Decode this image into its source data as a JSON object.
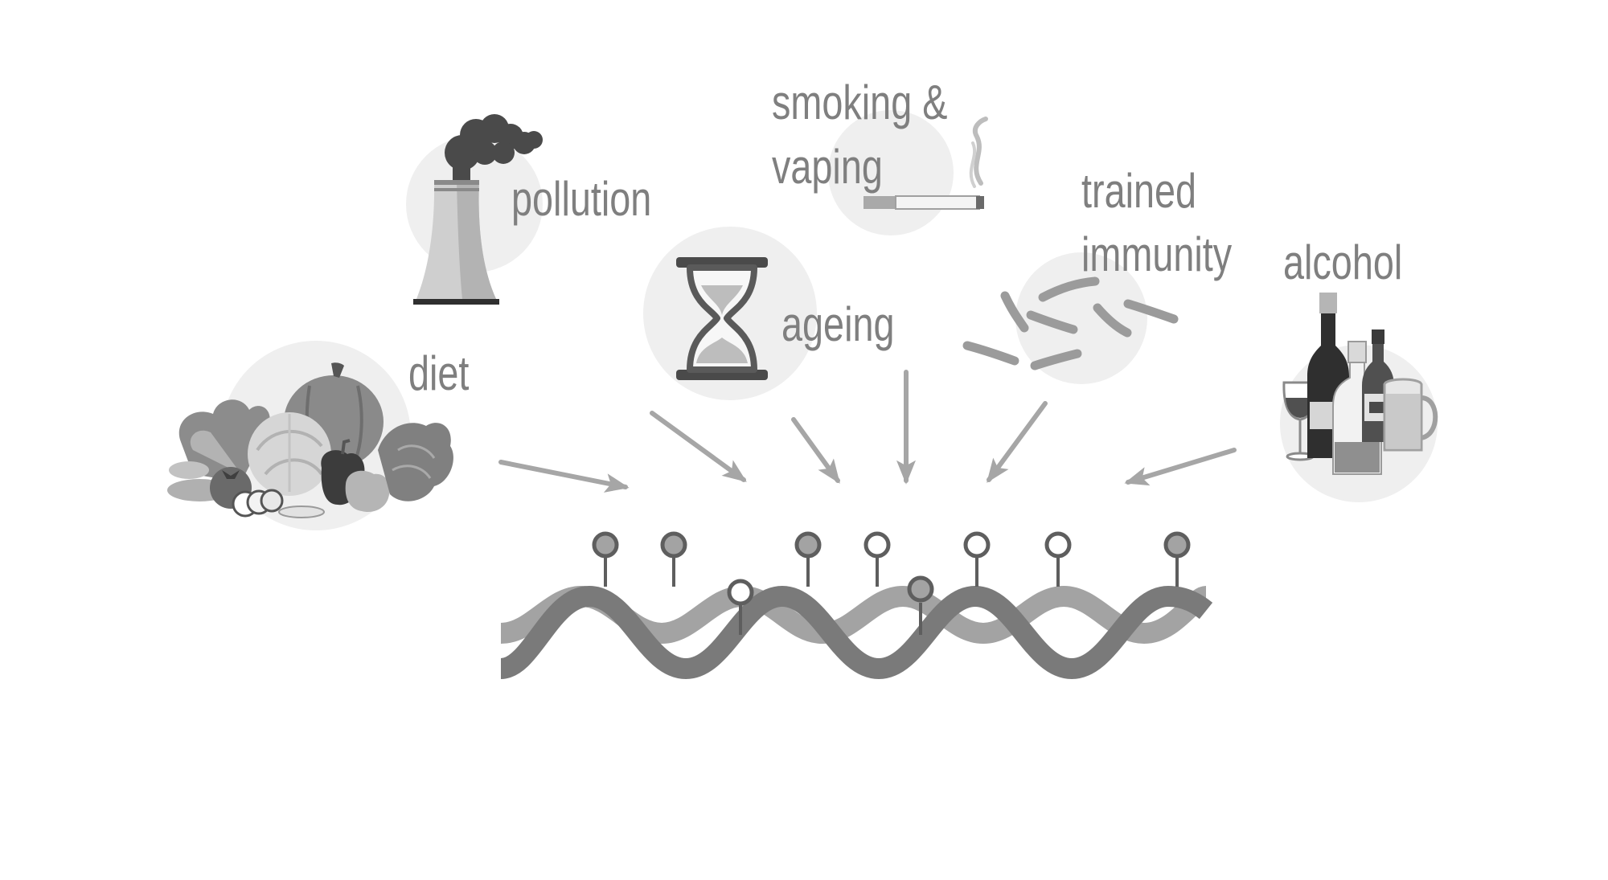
{
  "factors": {
    "diet": {
      "label": "diet",
      "icon": "vegetables-icon"
    },
    "pollution": {
      "label": "pollution",
      "icon": "factory-chimney-icon"
    },
    "ageing": {
      "label": "ageing",
      "icon": "hourglass-icon"
    },
    "smoking": {
      "label_line1": "smoking &",
      "label_line2": "vaping",
      "icon": "cigarette-icon"
    },
    "trained_immunity": {
      "label_line1": "trained",
      "label_line2": "immunity",
      "icon": "bacteria-icon"
    },
    "alcohol": {
      "label": "alcohol",
      "icon": "bottles-glasses-icon"
    }
  },
  "target": {
    "icon": "dna-methylation-icon"
  },
  "colors": {
    "label": "#7f7f7f",
    "circle_bg": "#efefef",
    "arrow": "#a6a6a6",
    "strand_dark": "#7a7a7a",
    "strand_light": "#a3a3a3",
    "icon_dark": "#4a4a4a"
  }
}
